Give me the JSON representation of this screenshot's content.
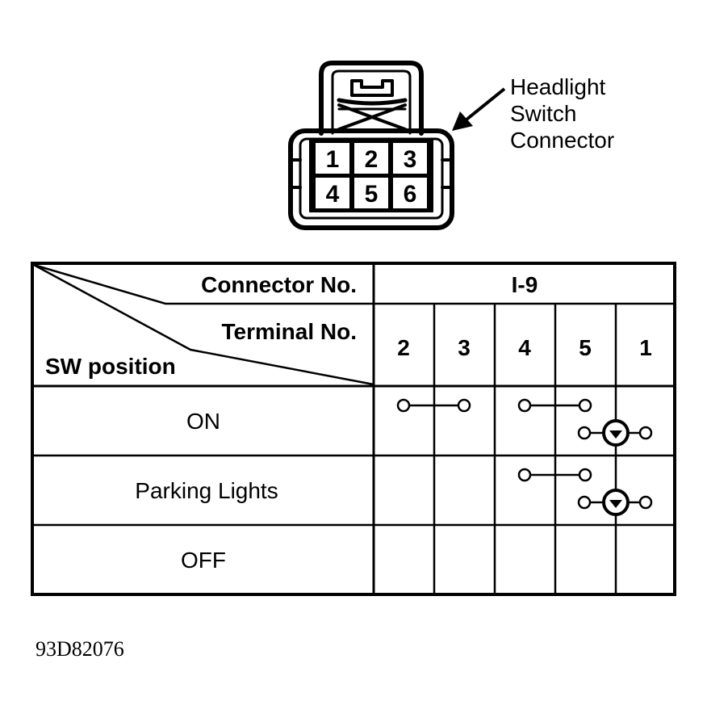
{
  "connector": {
    "label_lines": [
      "Headlight",
      "Switch",
      "Connector"
    ],
    "pins_top": [
      "1",
      "2",
      "3"
    ],
    "pins_bottom": [
      "4",
      "5",
      "6"
    ]
  },
  "table": {
    "connector_header": "Connector No.",
    "connector_value": "I-9",
    "terminal_header": "Terminal No.",
    "sw_header": "SW position",
    "terminals": [
      "2",
      "3",
      "4",
      "5",
      "1"
    ],
    "rows": [
      {
        "position": "ON",
        "continuity": [
          [
            "2",
            "3"
          ],
          [
            "4",
            "5"
          ]
        ],
        "lamp": true
      },
      {
        "position": "Parking Lights",
        "continuity": [
          [
            "4",
            "5"
          ]
        ],
        "lamp": true
      },
      {
        "position": "OFF",
        "continuity": [],
        "lamp": false
      }
    ]
  },
  "figure_id": "93D82076"
}
